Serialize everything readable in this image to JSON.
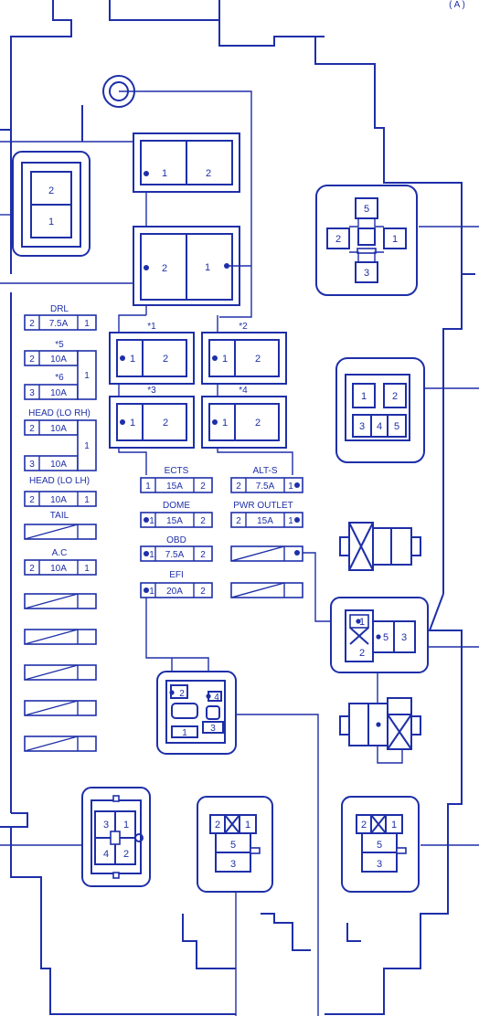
{
  "corner_mark": "( A )",
  "relays": {
    "top_left_small": {
      "a": "2",
      "b": "1"
    },
    "upper_a": {
      "left": "1",
      "right": "2"
    },
    "upper_b": {
      "left": "2",
      "right": "1"
    },
    "r1": {
      "tag": "*1",
      "left": "1",
      "right": "2"
    },
    "r2": {
      "tag": "*2",
      "left": "1",
      "right": "2"
    },
    "r3": {
      "tag": "*3",
      "left": "1",
      "right": "2"
    },
    "r4": {
      "tag": "*4",
      "left": "1",
      "right": "2"
    }
  },
  "left_fuses": {
    "drl": {
      "label": "DRL",
      "pin1": "2",
      "amp": "7.5A",
      "pin2": "1"
    },
    "s5": {
      "label": "*5",
      "pin1": "2",
      "amp": "10A"
    },
    "s6": {
      "label": "*6",
      "pin1": "3",
      "amp": "10A",
      "pin2": "1"
    },
    "head_rh": {
      "label": "HEAD (LO RH)",
      "row1_pin": "2",
      "row1_amp": "10A",
      "row2_pin": "3",
      "row2_amp": "10A",
      "pin2": "1"
    },
    "head_lh": {
      "label": "HEAD (LO LH)",
      "pin1": "2",
      "amp": "10A",
      "pin2": "1"
    },
    "tail": {
      "label": "TAIL"
    },
    "ac": {
      "label": "A.C",
      "pin1": "2",
      "amp": "10A",
      "pin2": "1"
    }
  },
  "center_fuses": {
    "ects": {
      "label": "ECTS",
      "pin1": "1",
      "amp": "15A",
      "pin2": "2"
    },
    "alts": {
      "label": "ALT-S",
      "pin1": "2",
      "amp": "7.5A",
      "pin2": "1"
    },
    "dome": {
      "label": "DOME",
      "pin1": "1",
      "amp": "15A",
      "pin2": "2"
    },
    "pwr": {
      "label": "PWR OUTLET",
      "pin1": "2",
      "amp": "15A",
      "pin2": "1"
    },
    "obd": {
      "label": "OBD",
      "pin1": "1",
      "amp": "7.5A",
      "pin2": "2"
    },
    "efi": {
      "label": "EFI",
      "pin1": "1",
      "amp": "20A",
      "pin2": "2"
    }
  },
  "connectors": {
    "cross": {
      "top": "5",
      "left": "2",
      "right": "1",
      "bottom": "3"
    },
    "right_mid": {
      "p1": "1",
      "p2": "2",
      "p3": "3",
      "p4": "4",
      "p5": "5"
    },
    "right_low": {
      "p1": "1",
      "p2": "2",
      "p5": "5",
      "p3": "3"
    },
    "center_low": {
      "p2": "2",
      "p4": "4",
      "p1": "1",
      "p3": "3"
    },
    "bottom_left": {
      "p3": "3",
      "p1": "1",
      "p4": "4",
      "p2": "2"
    },
    "bottom_mid": {
      "p2": "2",
      "p1": "1",
      "p5": "5",
      "p3": "3"
    },
    "bottom_right": {
      "p2": "2",
      "p1": "1",
      "p5": "5",
      "p3": "3"
    }
  }
}
